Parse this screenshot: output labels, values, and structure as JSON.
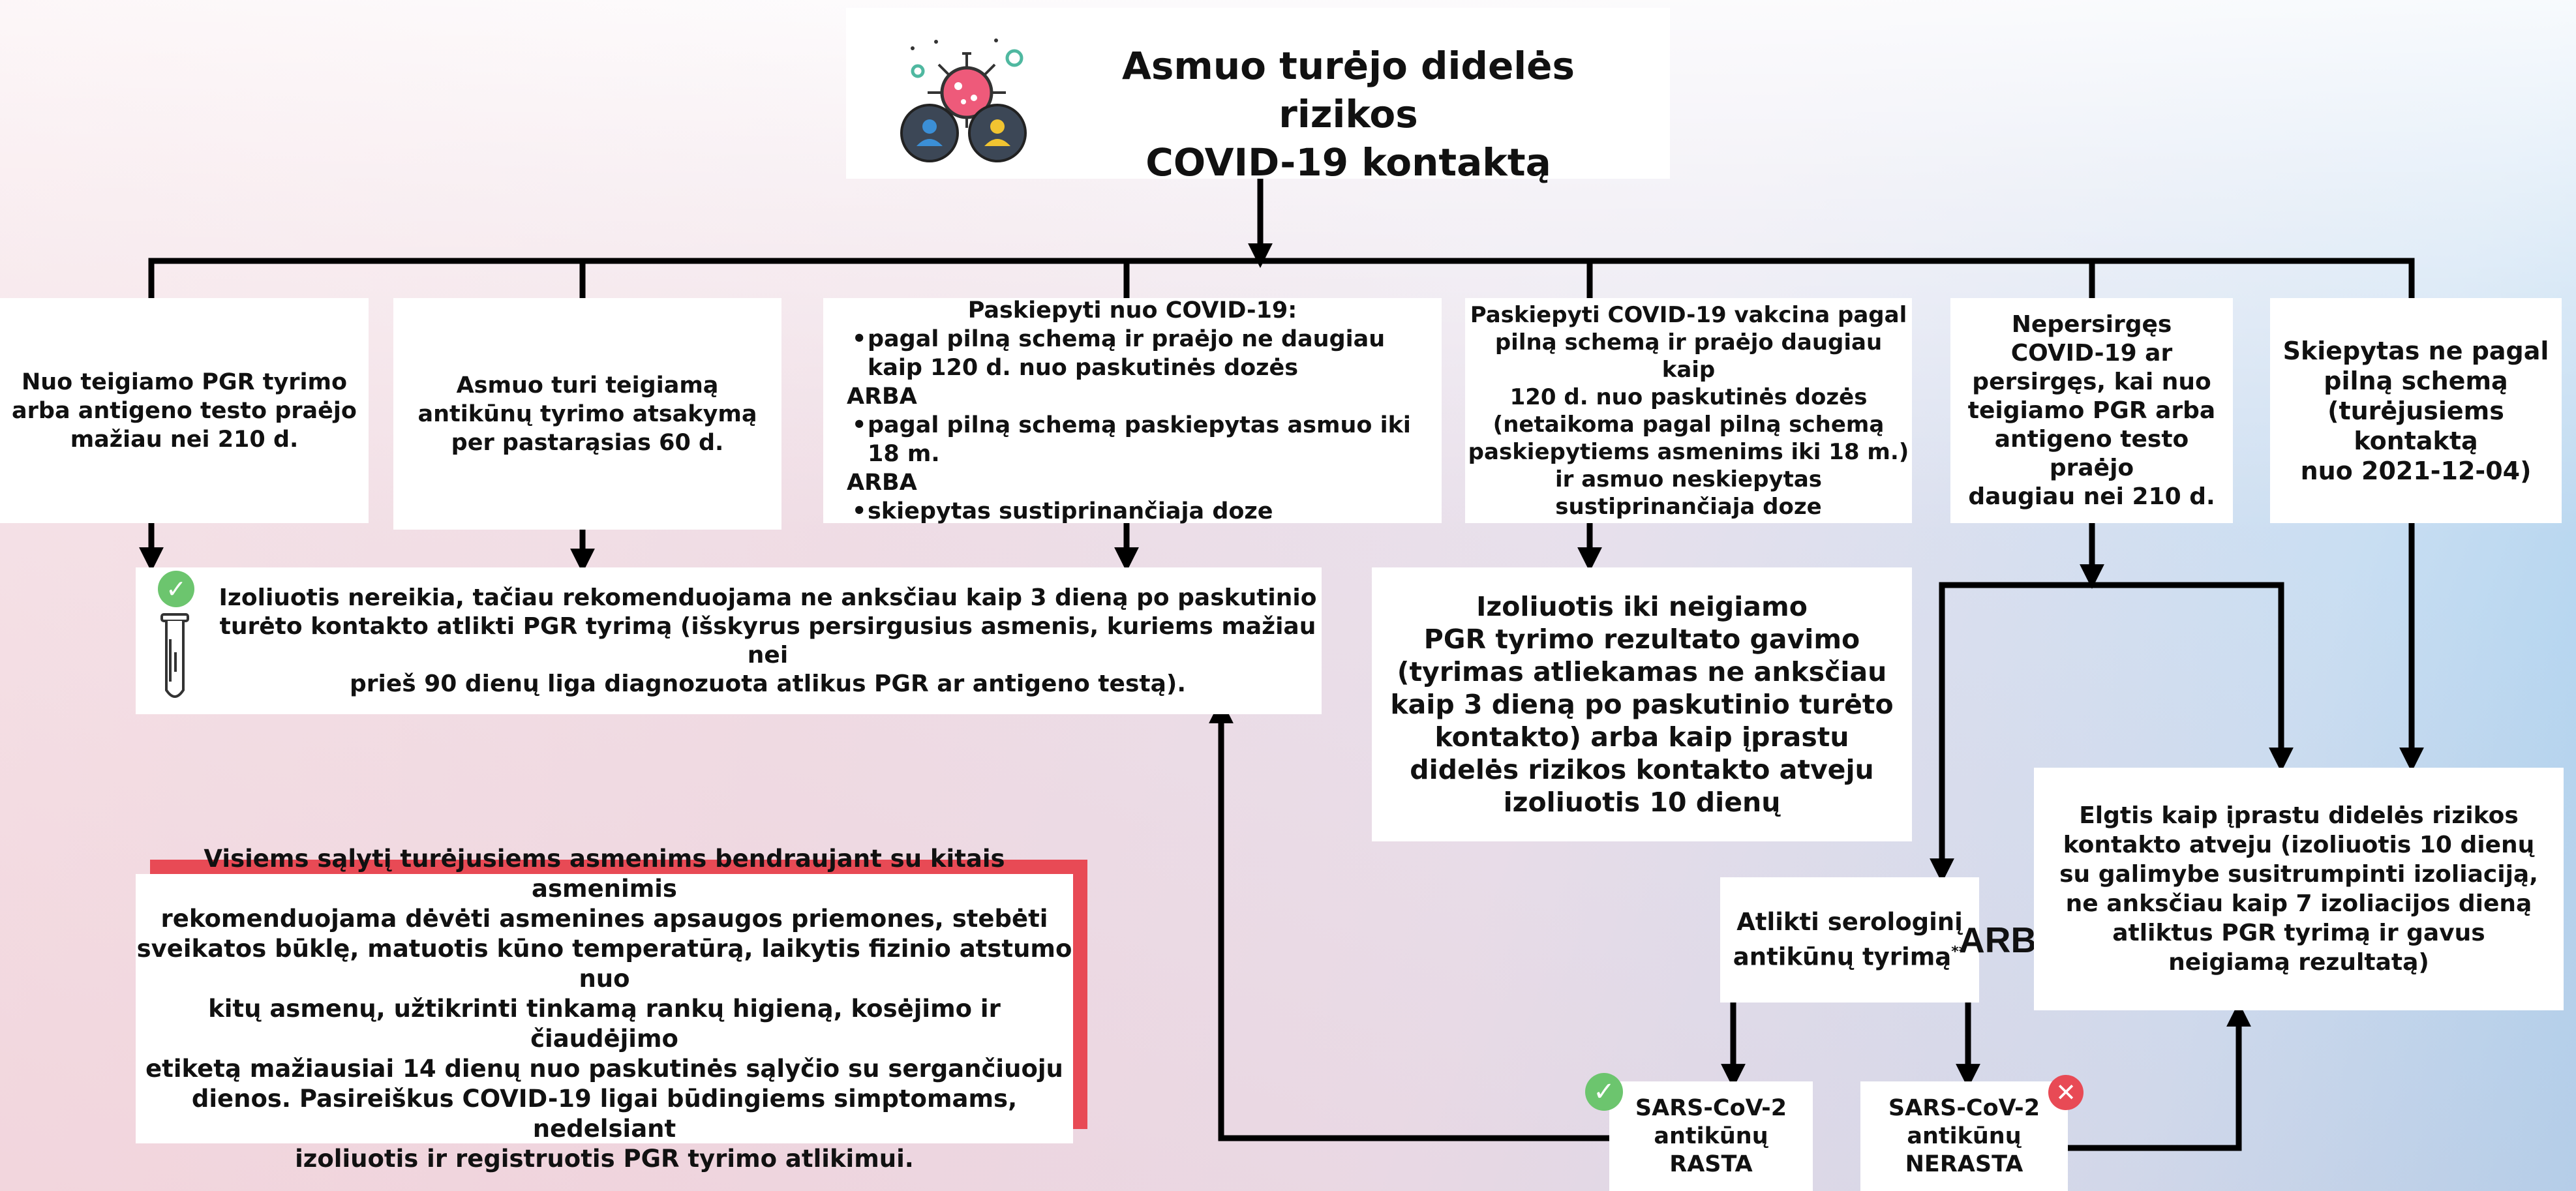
{
  "header": {
    "title_line1": "Asmuo turėjo didelės rizikos",
    "title_line2": "COVID-19 kontaktą",
    "icon": "virus-people-icon"
  },
  "row1": {
    "box1": [
      "Nuo teigiamo PGR tyrimo",
      "arba antigeno testo praėjo",
      "mažiau nei 210 d."
    ],
    "box2": [
      "Asmuo turi teigiamą",
      "antikūnų tyrimo atsakymą",
      "per pastarąsias 60 d."
    ],
    "box3": {
      "title": "Paskiepyti nuo COVID-19:",
      "item1": "pagal pilną schemą ir praėjo ne daugiau kaip 120 d. nuo paskutinės dozės",
      "or1": "ARBA",
      "item2": "pagal pilną schemą paskiepytas asmuo iki 18 m.",
      "or2": "ARBA",
      "item3": "skiepytas sustiprinančiaja doze"
    },
    "box4": [
      "Paskiepyti COVID-19 vakcina pagal",
      "pilną schemą ir praėjo daugiau kaip",
      "120 d. nuo paskutinės dozės",
      "(netaikoma pagal pilną schemą",
      "paskiepytiems asmenims iki 18 m.)",
      "ir asmuo neskiepytas",
      "sustiprinančiaja doze"
    ],
    "box5": [
      "Nepersirgęs",
      "COVID-19 ar",
      "persirgęs, kai nuo",
      "teigiamo PGR arba",
      "antigeno testo praėjo",
      "daugiau nei 210 d."
    ],
    "box6": [
      "Skiepytas ne pagal",
      "pilną schemą",
      "(turėjusiems kontaktą",
      "nuo 2021-12-04)"
    ]
  },
  "no_isolation": [
    "Izoliuotis nereikia, tačiau rekomenduojama ne anksčiau kaip 3 dieną po paskutinio",
    "turėto kontakto atlikti PGR tyrimą (išskyrus persirgusius asmenis, kuriems mažiau nei",
    "prieš 90 dienų liga diagnozuota atlikus PGR ar antigeno testą)."
  ],
  "isolate_until_pcr": [
    "Izoliuotis iki neigiamo",
    "PGR tyrimo rezultato gavimo",
    "(tyrimas atliekamas ne anksčiau",
    "kaip 3 dieną po paskutinio turėto",
    "kontakto) arba kaip įprastu",
    "didelės rizikos kontakto atveju",
    "izoliuotis 10 dienų"
  ],
  "serology": {
    "line1": "Atlikti serologinį",
    "line2": "antikūnų tyrimą",
    "mark": "**"
  },
  "or_label": "ARBA",
  "standard_case": [
    "Elgtis kaip įprastu didelės rizikos",
    "kontakto atveju (izoliuotis 10 dienų",
    "su galimybe susitrumpinti izoliaciją,",
    "ne anksčiau kaip 7 izoliacijos dieną",
    "atliktus PGR tyrimą ir gavus",
    "neigiamą rezultatą)"
  ],
  "antibodies_found": [
    "SARS-CoV-2",
    "antikūnų RASTA"
  ],
  "antibodies_not_found": [
    "SARS-CoV-2",
    "antikūnų",
    "NERASTA"
  ],
  "general_advice": [
    "Visiems sąlytį turėjusiems asmenims bendraujant su kitais asmenimis",
    "rekomenduojama dėvėti asmenines apsaugos priemones, stebėti",
    "sveikatos būklę, matuotis kūno temperatūrą, laikytis fizinio atstumo nuo",
    "kitų asmenų, užtikrinti tinkamą rankų higieną, kosėjimo ir čiaudėjimo",
    "etiketą mažiausiai 14 dienų nuo paskutinės sąlyčio su sergančiuoju",
    "dienos. Pasireiškus COVID-19 ligai būdingiems simptomams, nedelsiant",
    "izoliuotis ir registruotis PGR tyrimo atlikimui."
  ],
  "colors": {
    "check": "#6cc56e",
    "cross": "#e84a55",
    "accent_red": "#e84a55",
    "line": "#000000"
  }
}
